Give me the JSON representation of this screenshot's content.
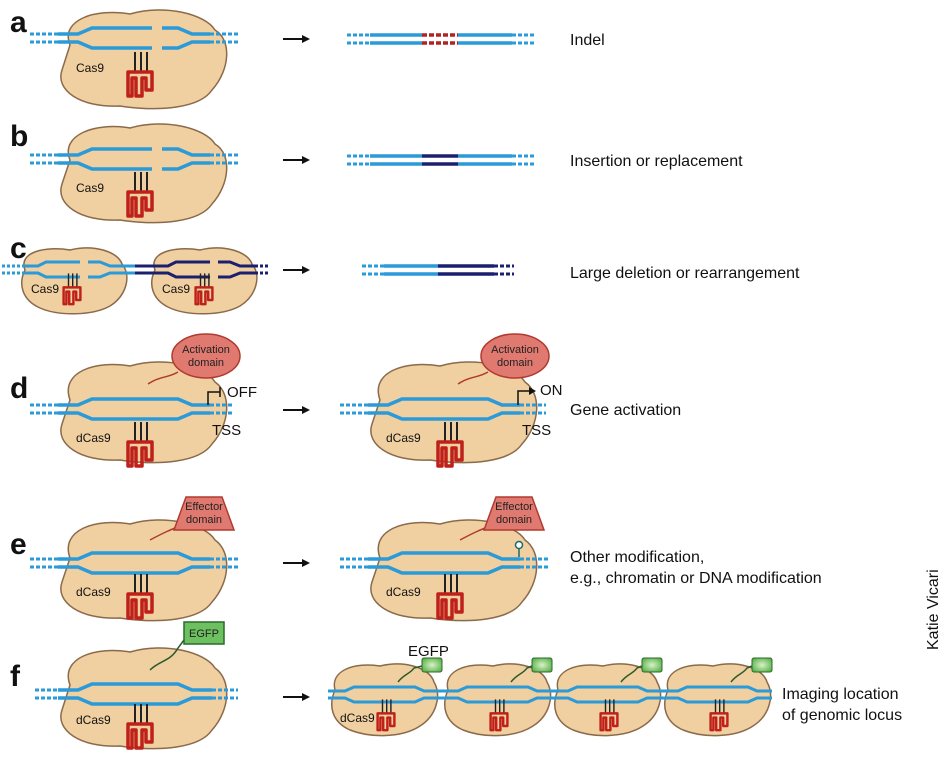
{
  "panels": {
    "a": {
      "letter": "a",
      "protein": "Cas9",
      "caption": "Indel"
    },
    "b": {
      "letter": "b",
      "protein": "Cas9",
      "caption": "Insertion or replacement"
    },
    "c": {
      "letter": "c",
      "protein_left": "Cas9",
      "protein_right": "Cas9",
      "caption": "Large deletion or rearrangement"
    },
    "d": {
      "letter": "d",
      "protein": "dCas9",
      "domain_line1": "Activation",
      "domain_line2": "domain",
      "off_label": "OFF",
      "on_label": "ON",
      "tss_label": "TSS",
      "caption": "Gene activation"
    },
    "e": {
      "letter": "e",
      "protein": "dCas9",
      "domain_line1": "Effector",
      "domain_line2": "domain",
      "caption_line1": "Other modification,",
      "caption_line2": "e.g., chromatin or DNA modification"
    },
    "f": {
      "letter": "f",
      "protein": "dCas9",
      "tag": "EGFP",
      "caption_line1": "Imaging location",
      "caption_line2": "of genomic locus"
    }
  },
  "credit": "Katie Vicari",
  "colors": {
    "dna_light": "#2a9ad8",
    "dna_dark": "#1a1f6e",
    "indel": "#b22222",
    "protein_fill": "#f0cfa0",
    "protein_stroke": "#8a6a4a",
    "guide": "#c0201a",
    "domain_fill": "#e07a70",
    "domain_stroke": "#b03a30",
    "egfp_fill": "#6cc060"
  }
}
